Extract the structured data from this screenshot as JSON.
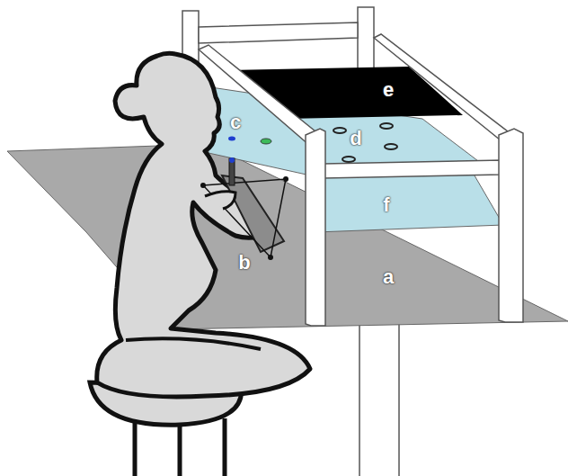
{
  "diagram": {
    "labels": [
      "e",
      "c",
      "d",
      "f",
      "b",
      "a"
    ]
  }
}
